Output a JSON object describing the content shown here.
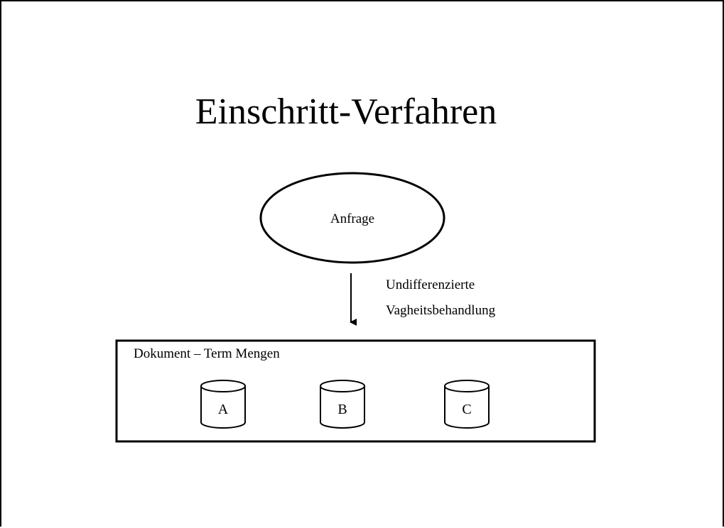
{
  "title": "Einschritt-Verfahren",
  "query_node": {
    "label": "Anfrage"
  },
  "arrow_label": {
    "line1": "Undifferenzierte",
    "line2": "Vagheitsbehandlung"
  },
  "container": {
    "label": "Dokument – Term Mengen"
  },
  "databases": [
    {
      "label": "A"
    },
    {
      "label": "B"
    },
    {
      "label": "C"
    }
  ]
}
